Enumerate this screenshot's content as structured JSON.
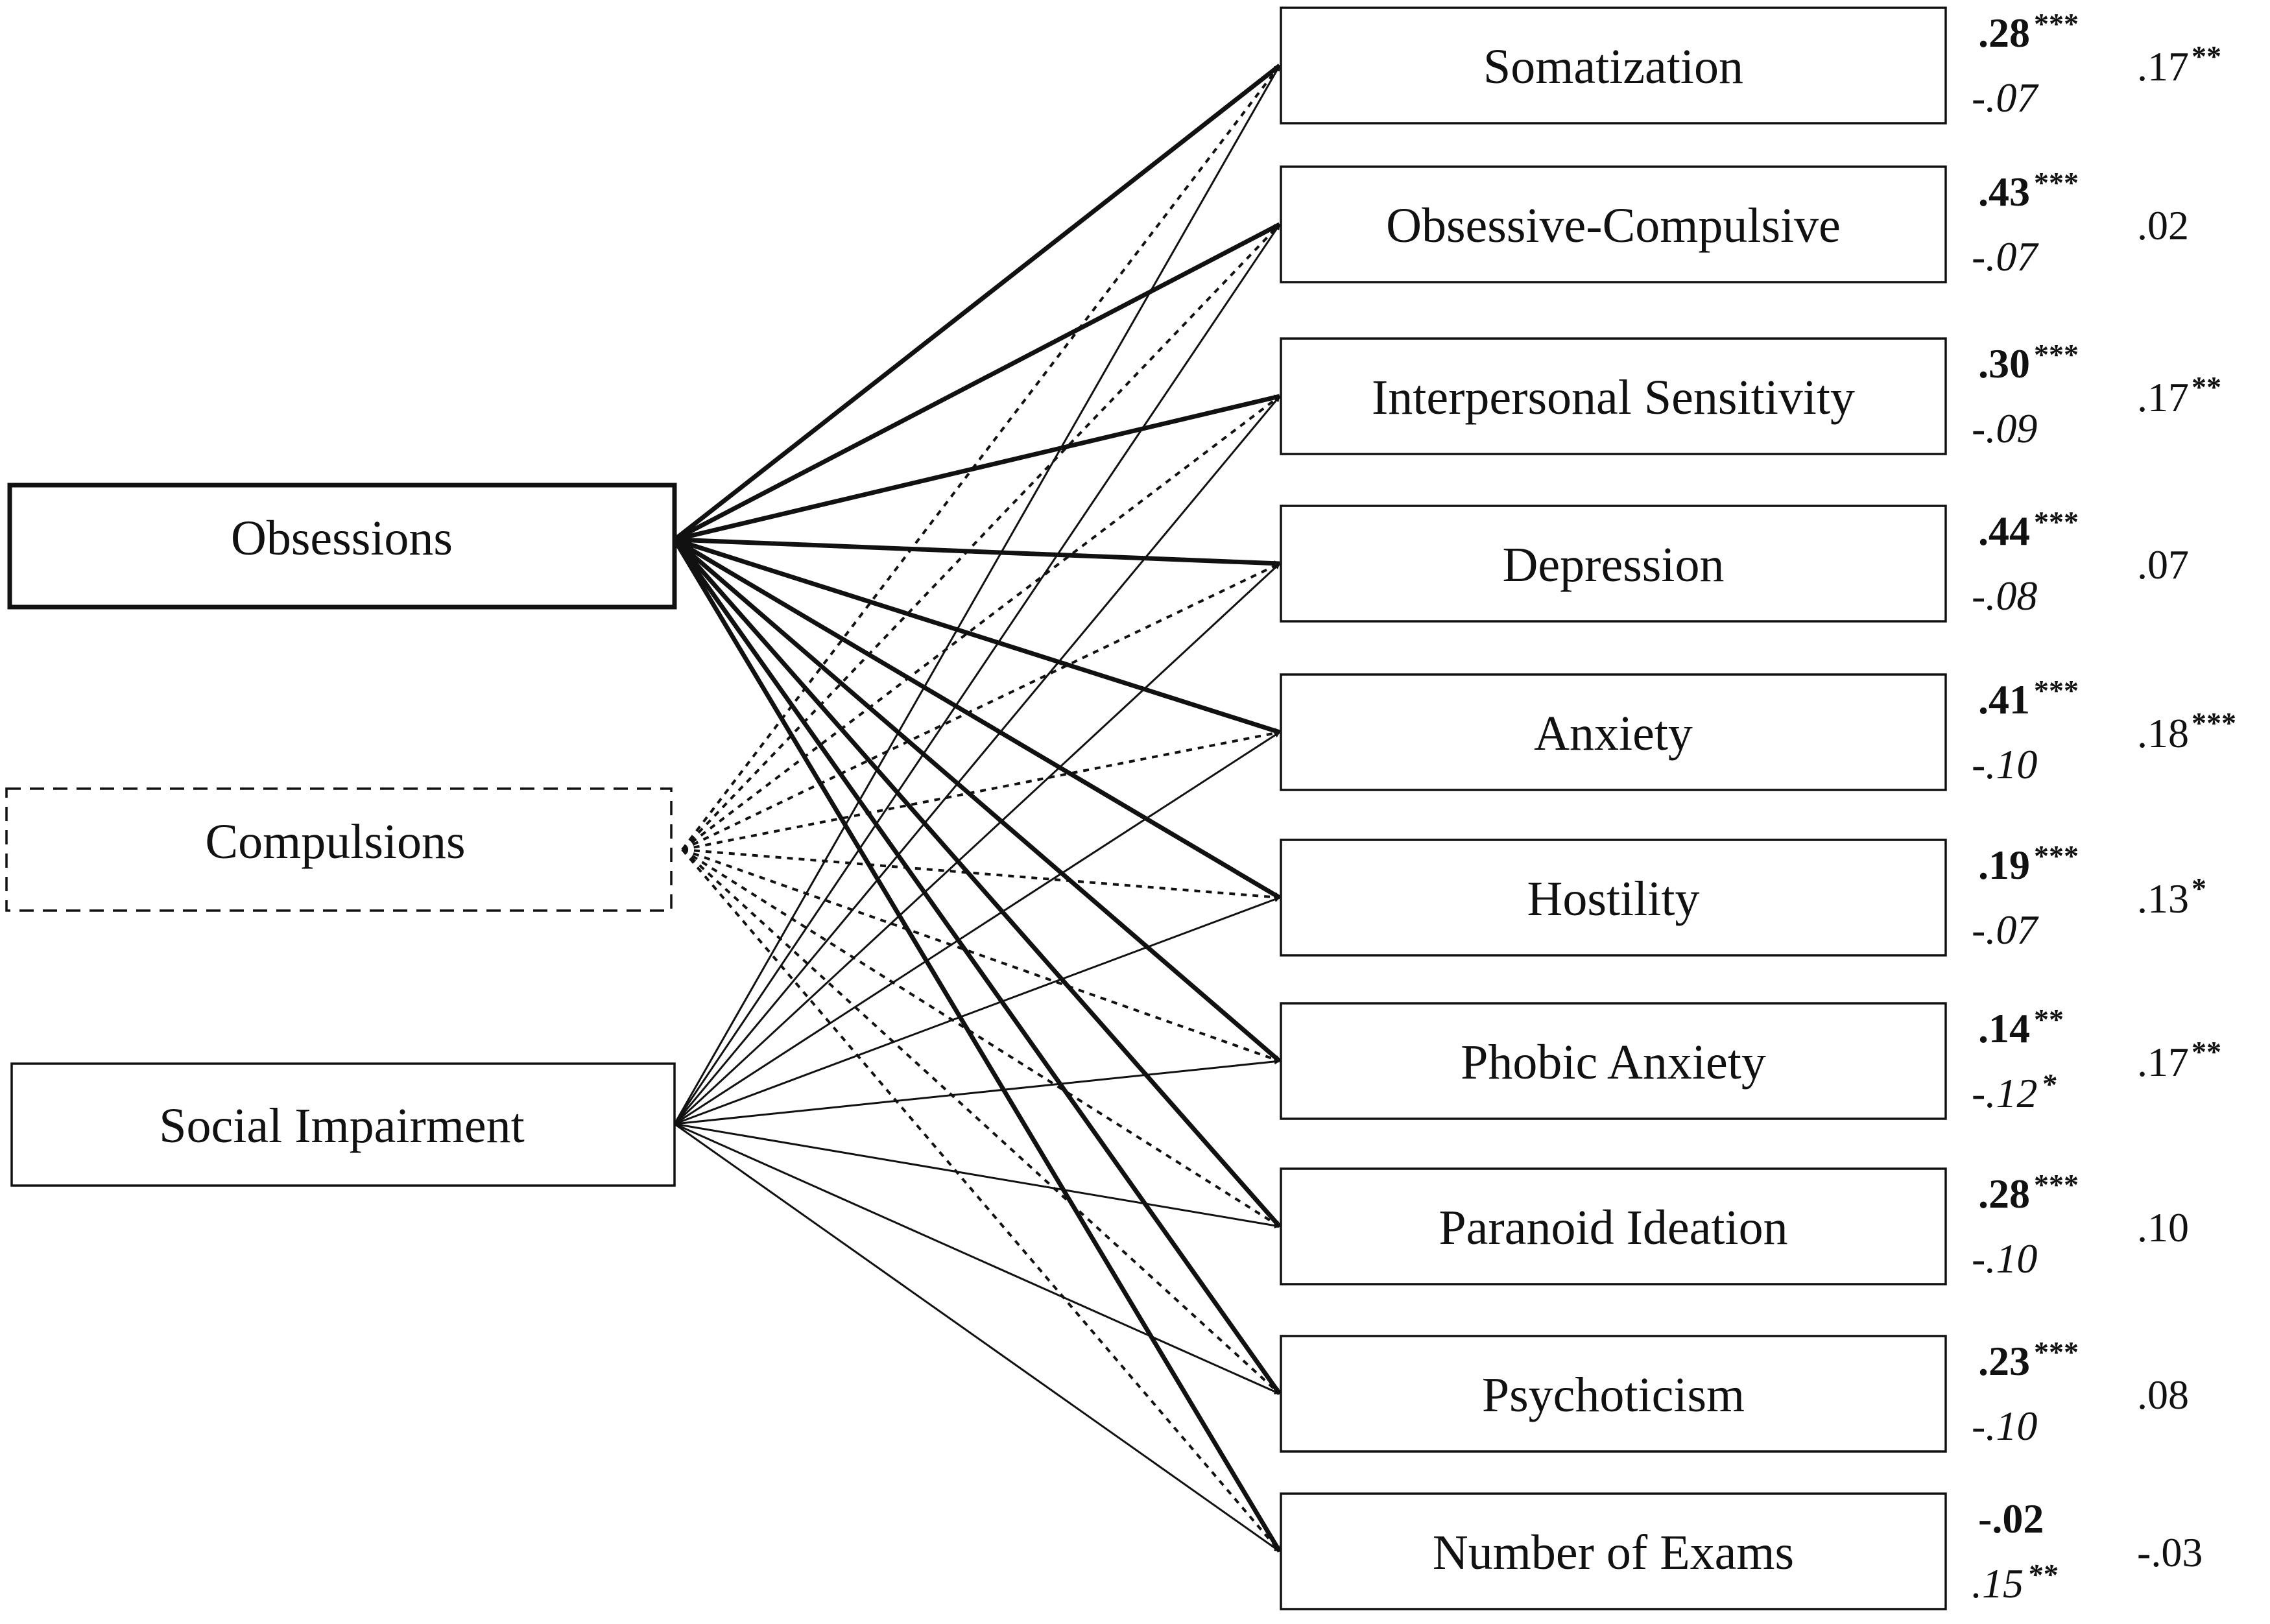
{
  "predictors": [
    {
      "id": "obsessions",
      "label": "Obsessions",
      "line_style": "bold",
      "box_style": "thick"
    },
    {
      "id": "compulsions",
      "label": "Compulsions",
      "line_style": "dashed",
      "box_style": "dashed"
    },
    {
      "id": "social",
      "label": "Social Impairment",
      "line_style": "thin",
      "box_style": "thin"
    }
  ],
  "outcomes": [
    {
      "label": "Somatization",
      "obs": {
        "v": ".28",
        "s": "***"
      },
      "soc": {
        "v": "-.07",
        "s": ""
      },
      "comp": {
        "v": ".17",
        "s": "**"
      }
    },
    {
      "label": "Obsessive-Compulsive",
      "obs": {
        "v": ".43",
        "s": "***"
      },
      "soc": {
        "v": "-.07",
        "s": ""
      },
      "comp": {
        "v": ".02",
        "s": ""
      }
    },
    {
      "label": "Interpersonal Sensitivity",
      "obs": {
        "v": ".30",
        "s": "***"
      },
      "soc": {
        "v": "-.09",
        "s": ""
      },
      "comp": {
        "v": ".17",
        "s": "**"
      }
    },
    {
      "label": "Depression",
      "obs": {
        "v": ".44",
        "s": "***"
      },
      "soc": {
        "v": "-.08",
        "s": ""
      },
      "comp": {
        "v": ".07",
        "s": ""
      }
    },
    {
      "label": "Anxiety",
      "obs": {
        "v": ".41",
        "s": "***"
      },
      "soc": {
        "v": "-.10",
        "s": ""
      },
      "comp": {
        "v": ".18",
        "s": "***"
      }
    },
    {
      "label": "Hostility",
      "obs": {
        "v": ".19",
        "s": "***"
      },
      "soc": {
        "v": "-.07",
        "s": ""
      },
      "comp": {
        "v": ".13",
        "s": "*"
      }
    },
    {
      "label": "Phobic Anxiety",
      "obs": {
        "v": ".14",
        "s": "**"
      },
      "soc": {
        "v": "-.12",
        "s": "*"
      },
      "comp": {
        "v": ".17",
        "s": "**"
      }
    },
    {
      "label": "Paranoid Ideation",
      "obs": {
        "v": ".28",
        "s": "***"
      },
      "soc": {
        "v": "-.10",
        "s": ""
      },
      "comp": {
        "v": ".10",
        "s": ""
      }
    },
    {
      "label": "Psychoticism",
      "obs": {
        "v": ".23",
        "s": "***"
      },
      "soc": {
        "v": "-.10",
        "s": ""
      },
      "comp": {
        "v": ".08",
        "s": ""
      }
    },
    {
      "label": "Number of Exams",
      "obs": {
        "v": "-.02",
        "s": ""
      },
      "soc": {
        "v": ".15",
        "s": "**"
      },
      "comp": {
        "v": "-.03",
        "s": ""
      }
    }
  ],
  "colors": {
    "ink": "#111111",
    "background": "#ffffff"
  }
}
